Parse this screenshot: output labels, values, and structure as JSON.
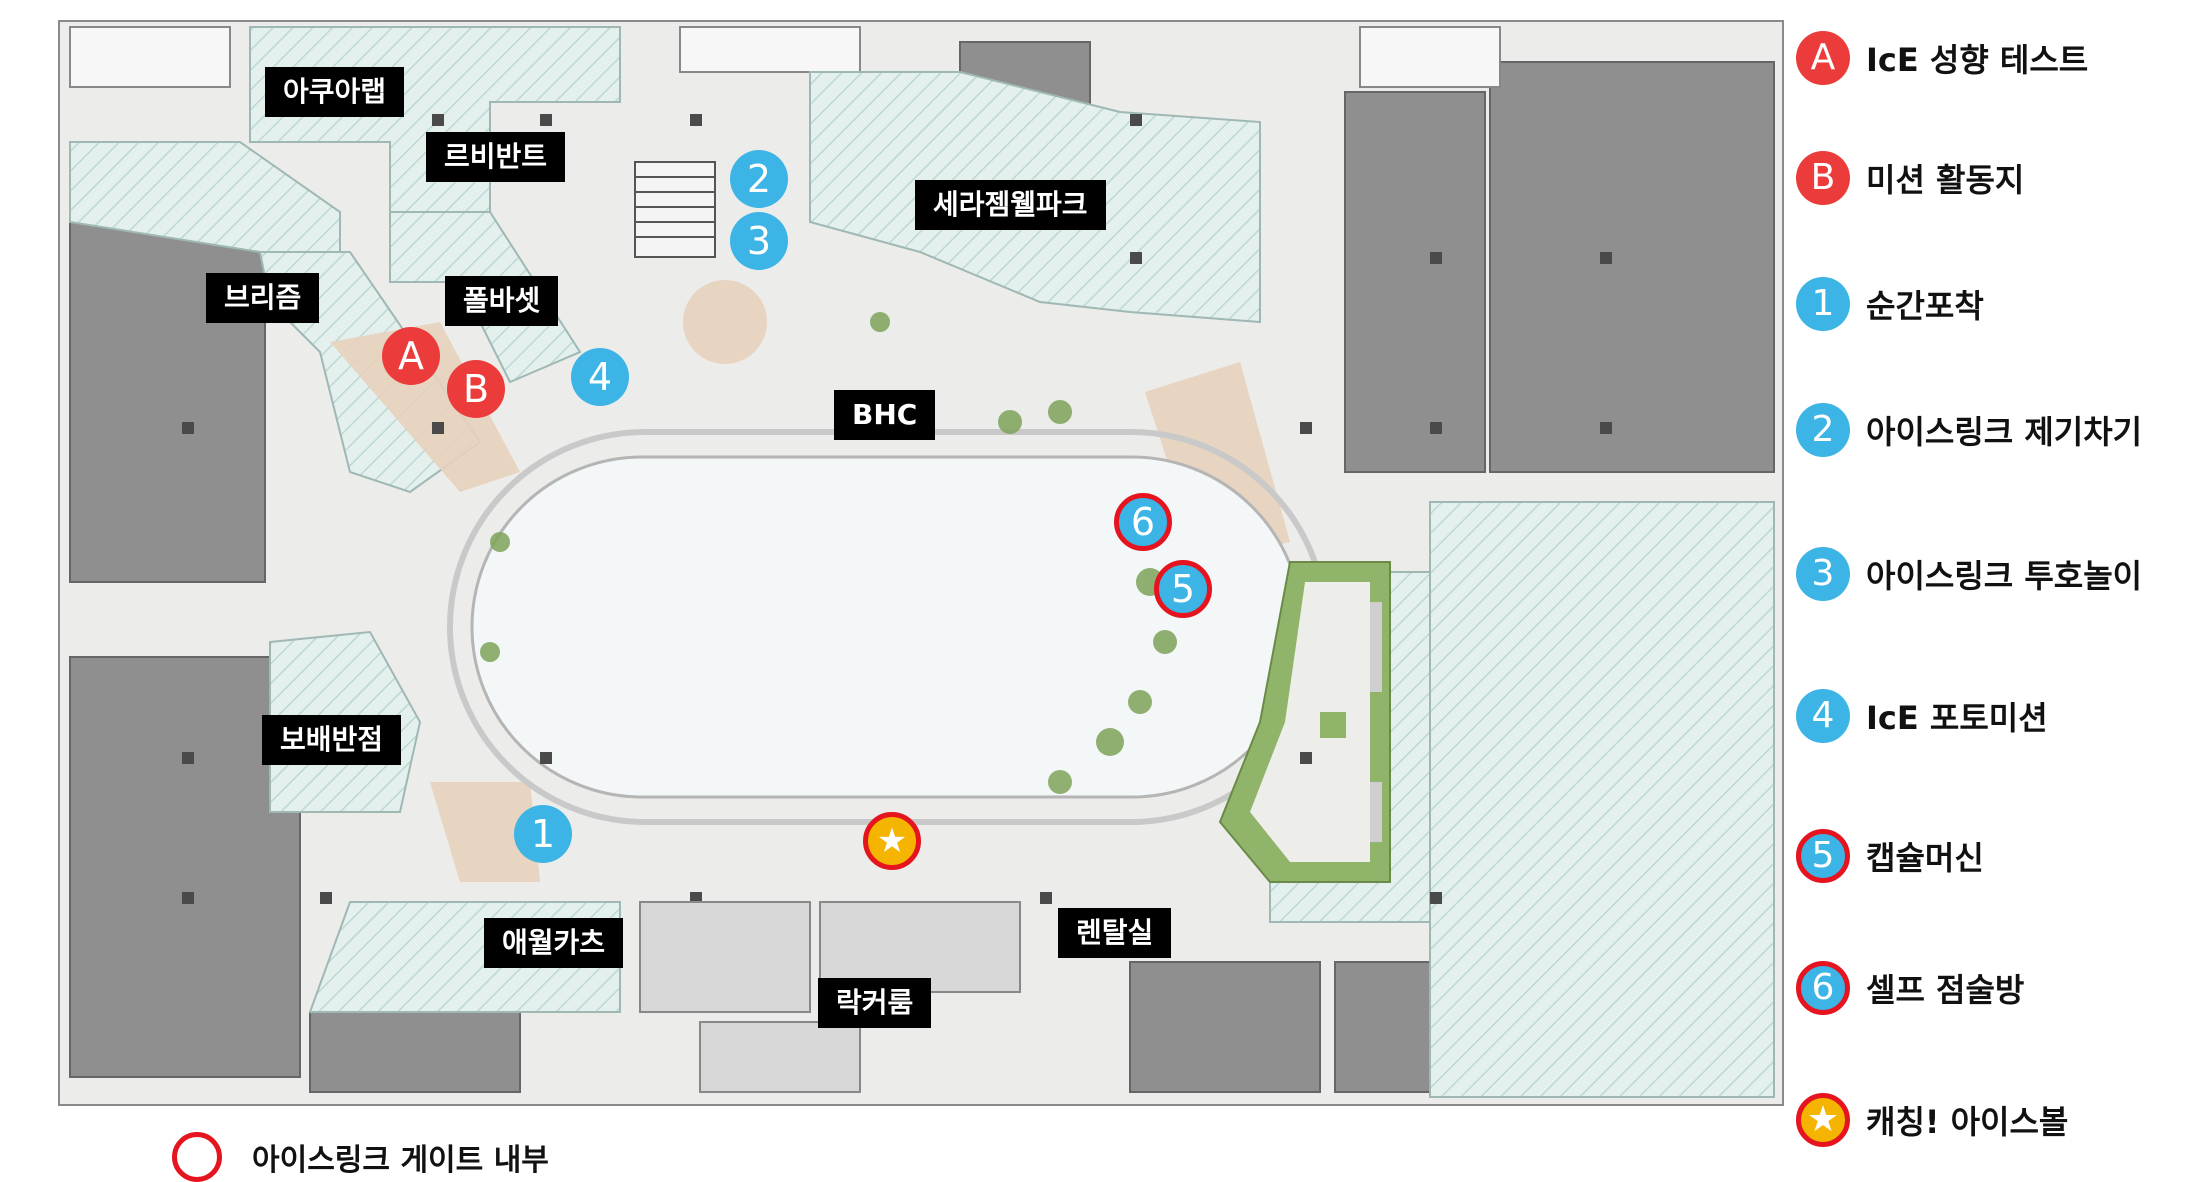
{
  "stores": {
    "aqua": "아쿠아랩",
    "levant": "르비반트",
    "serajem": "세라젬웰파크",
    "prism": "브리즘",
    "paulbasset": "폴바셋",
    "bhc": "BHC",
    "bobae": "보배반점",
    "aewol": "애월카츠",
    "rental": "렌탈실",
    "locker": "락커룸"
  },
  "markers": {
    "a": "A",
    "b": "B",
    "m1": "1",
    "m2": "2",
    "m3": "3",
    "m4": "4",
    "m5": "5",
    "m6": "6",
    "star": "★"
  },
  "legend": [
    {
      "symbol": "A",
      "label": "IcE 성향 테스트"
    },
    {
      "symbol": "B",
      "label": "미션 활동지"
    },
    {
      "symbol": "1",
      "label": "순간포착"
    },
    {
      "symbol": "2",
      "label": "아이스링크 제기차기"
    },
    {
      "symbol": "3",
      "label": "아이스링크 투호놀이"
    },
    {
      "symbol": "4",
      "label": "IcE 포토미션"
    },
    {
      "symbol": "5",
      "label": "캡슐머신"
    },
    {
      "symbol": "6",
      "label": "셀프 점술방"
    },
    {
      "symbol": "★",
      "label": "캐칭! 아이스볼"
    }
  ],
  "gate_note": "아이스링크 게이트 내부",
  "colors": {
    "marker_blue": "#3cb4e6",
    "marker_red": "#ec3b3b",
    "gate_ring": "#e5141e",
    "star_fill": "#f5b400",
    "rink": "#f4f7f8",
    "building_gray": "#8f8f8f",
    "store_hatch": "#d8ebe8",
    "green_area": "#8fb46a"
  }
}
